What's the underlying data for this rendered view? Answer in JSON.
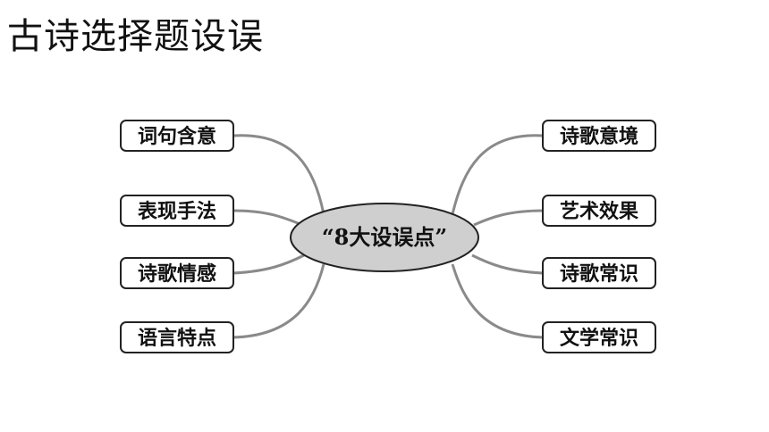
{
  "title": "古诗选择题设误",
  "center": {
    "label": "“8大设误点”"
  },
  "left_nodes": [
    {
      "label": "词句含意"
    },
    {
      "label": "表现手法"
    },
    {
      "label": "诗歌情感"
    },
    {
      "label": "语言特点"
    }
  ],
  "right_nodes": [
    {
      "label": "诗歌意境"
    },
    {
      "label": "艺术效果"
    },
    {
      "label": "诗歌常识"
    },
    {
      "label": "文学常识"
    }
  ],
  "colors": {
    "connector": "#8a8a8a",
    "center_fill": "#cfcfcf",
    "box_border": "#222222",
    "text": "#111111"
  }
}
